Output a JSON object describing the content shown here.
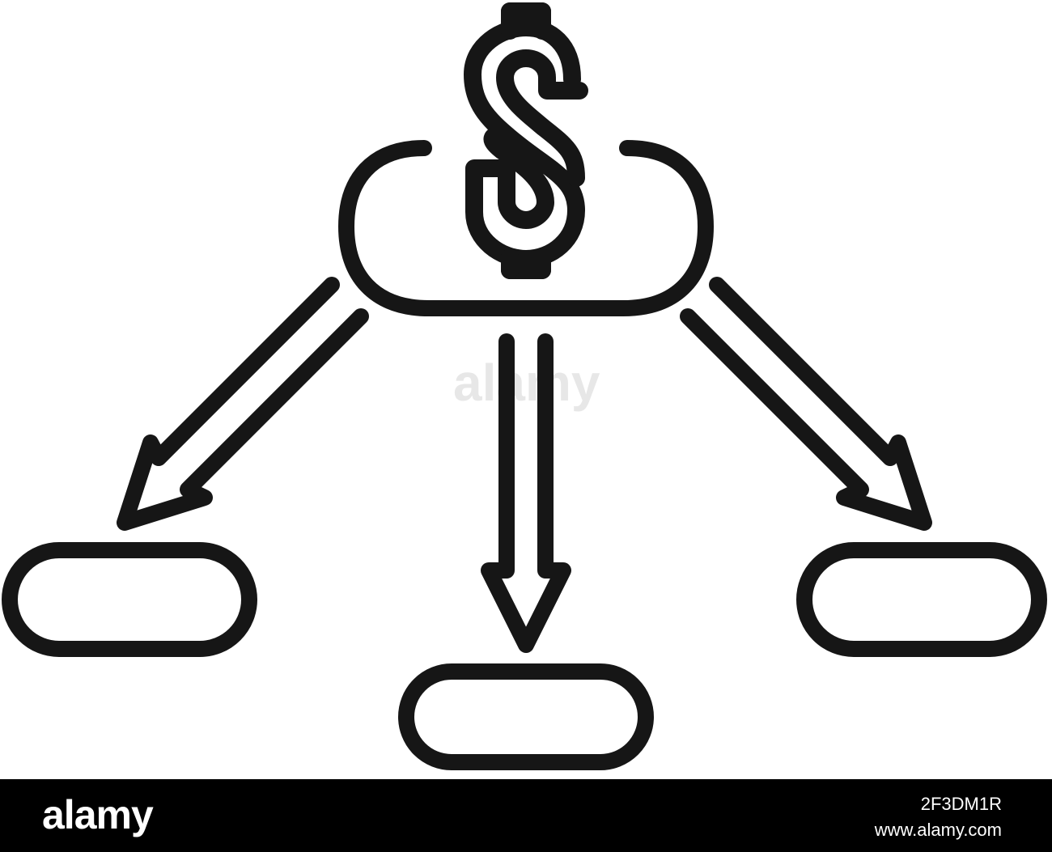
{
  "diagram": {
    "icon_color": "#161616",
    "background_color": "#ffffff",
    "nodes": [
      {
        "name": "money-cloud",
        "symbol": "$"
      },
      {
        "name": "left-box",
        "label": ""
      },
      {
        "name": "center-box",
        "label": ""
      },
      {
        "name": "right-box",
        "label": ""
      }
    ],
    "arrows": [
      "left-arrow",
      "down-arrow",
      "right-arrow"
    ],
    "watermark": "alamy"
  },
  "footer": {
    "brand": "alamy",
    "image_id": "2F3DM1R",
    "url": "www.alamy.com",
    "background_color": "#000000",
    "text_color": "#ffffff"
  }
}
